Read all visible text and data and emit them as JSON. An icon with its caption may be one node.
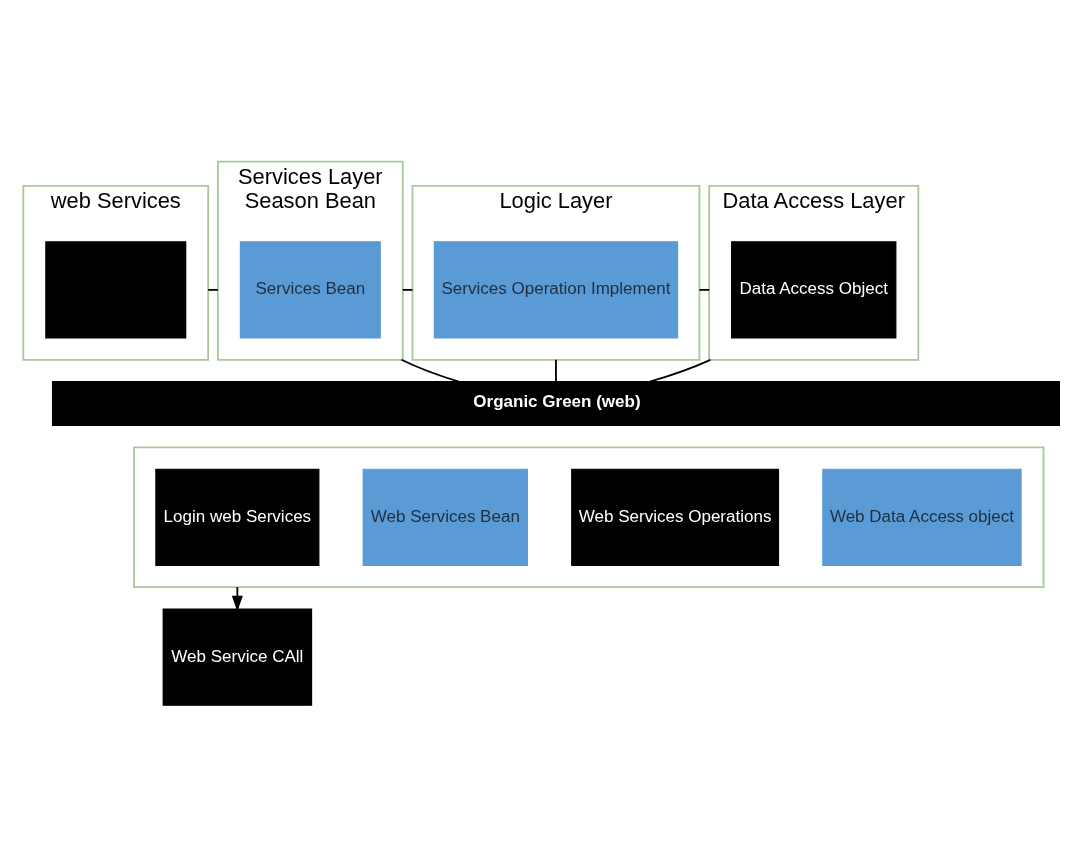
{
  "diagram": {
    "nodes": [
      {
        "text": [
          "web Services"
        ]
      },
      {
        "text": [],
        "shape": "box",
        "in": 0
      },
      {
        "text": [
          "Services Layer",
          "Season Bean"
        ]
      },
      {
        "text": [
          "Services Bean"
        ],
        "in": 2
      },
      {
        "text": [
          "Logic Layer"
        ]
      },
      {
        "text": [
          "Services Operation Implement"
        ],
        "in": 4
      },
      {
        "text": [
          "Data Access Layer"
        ]
      },
      {
        "text": [
          "Data Access Object"
        ],
        "in": 6
      },
      {
        "text": [
          "Organic Green (web)"
        ]
      },
      {
        "text": [],
        "shape": "box"
      },
      {
        "text": [
          "Login web Services"
        ],
        "in": 9
      },
      {
        "text": [
          "Web Services Bean"
        ],
        "in": 9
      },
      {
        "text": [
          "Web Services Operations"
        ],
        "in": 9
      },
      {
        "text": [
          "Web Data Access object"
        ],
        "in": 9
      },
      {
        "text": [
          "Web Service CAll"
        ]
      }
    ],
    "edges": [
      {
        "from": 0,
        "to": 2,
        "arrow": "none"
      },
      {
        "from": 2,
        "to": 4,
        "arrow": "none"
      },
      {
        "from": 4,
        "to": 6,
        "arrow": "none"
      },
      {
        "from": 2,
        "to": 8,
        "arrow": "none"
      },
      {
        "from": 4,
        "to": 8,
        "arrow": "none"
      },
      {
        "from": 6,
        "to": 8,
        "arrow": "none"
      },
      {
        "from": 9,
        "to": 14,
        "arrow": "to"
      }
    ]
  }
}
